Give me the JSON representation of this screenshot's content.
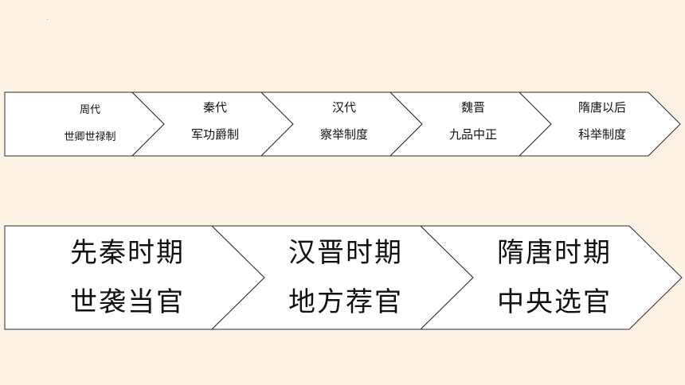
{
  "colors": {
    "background": "#fdf3e4",
    "box_fill": "#ffffff",
    "stroke": "#2b2b2b"
  },
  "row1": [
    {
      "line1": "周代",
      "line2": "世卿世禄制"
    },
    {
      "line1": "秦代",
      "line2": "军功爵制"
    },
    {
      "line1": "汉代",
      "line2": "察举制度"
    },
    {
      "line1": "魏晋",
      "line2": "九品中正"
    },
    {
      "line1": "隋唐以后",
      "line2": "科举制度"
    }
  ],
  "row2": [
    {
      "line1": "先秦时期",
      "line2": "世袭当官"
    },
    {
      "line1": "汉晋时期",
      "line2": "地方荐官"
    },
    {
      "line1": "隋唐时期",
      "line2": "中央选官"
    }
  ]
}
